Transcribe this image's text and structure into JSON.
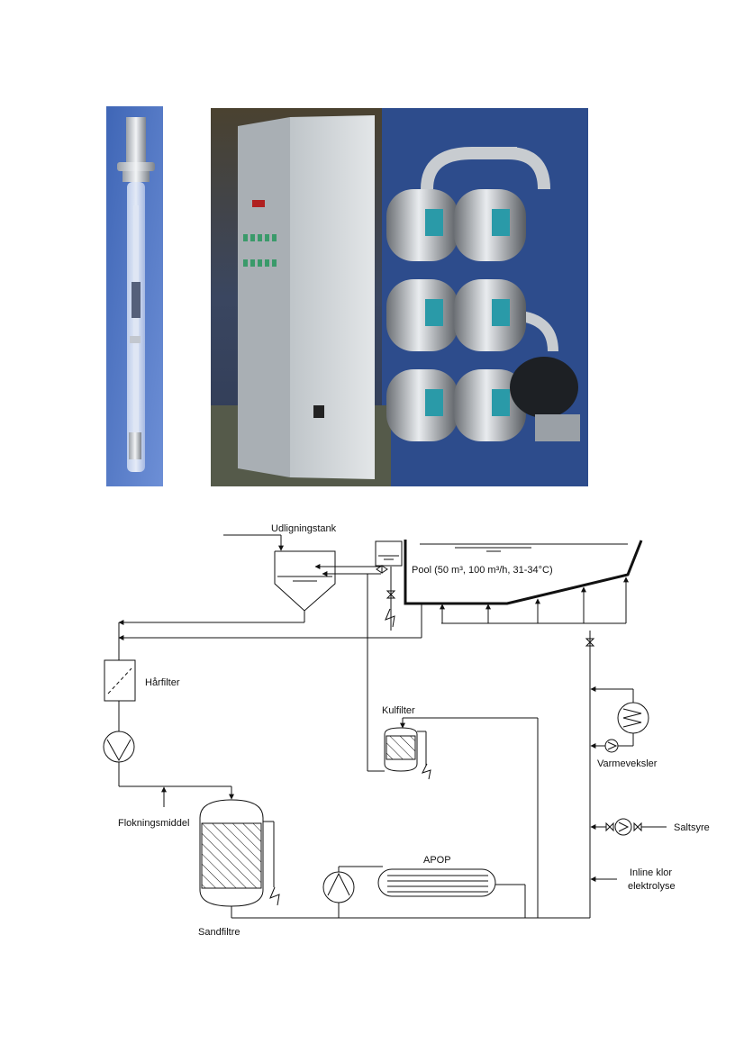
{
  "photos": {
    "uv_lamp": {
      "icon": "uv-lamp-photo"
    },
    "uv_system": {
      "icon": "uv-treatment-installation-photo"
    }
  },
  "diagram": {
    "labels": {
      "udligningstank": "Udligningstank",
      "pool": "Pool (50 m³, 100 m³/h, 31-34°C)",
      "harfilter": "Hårfilter",
      "kulfilter": "Kulfilter",
      "varmeveksler": "Varmeveksler",
      "flokningsmiddel": "Flokningsmiddel",
      "saltsyre": "Saltsyre",
      "apop": "APOP",
      "inline_klor_1": "Inline klor",
      "inline_klor_2": "elektrolyse",
      "sandfiltre": "Sandfiltre"
    }
  }
}
